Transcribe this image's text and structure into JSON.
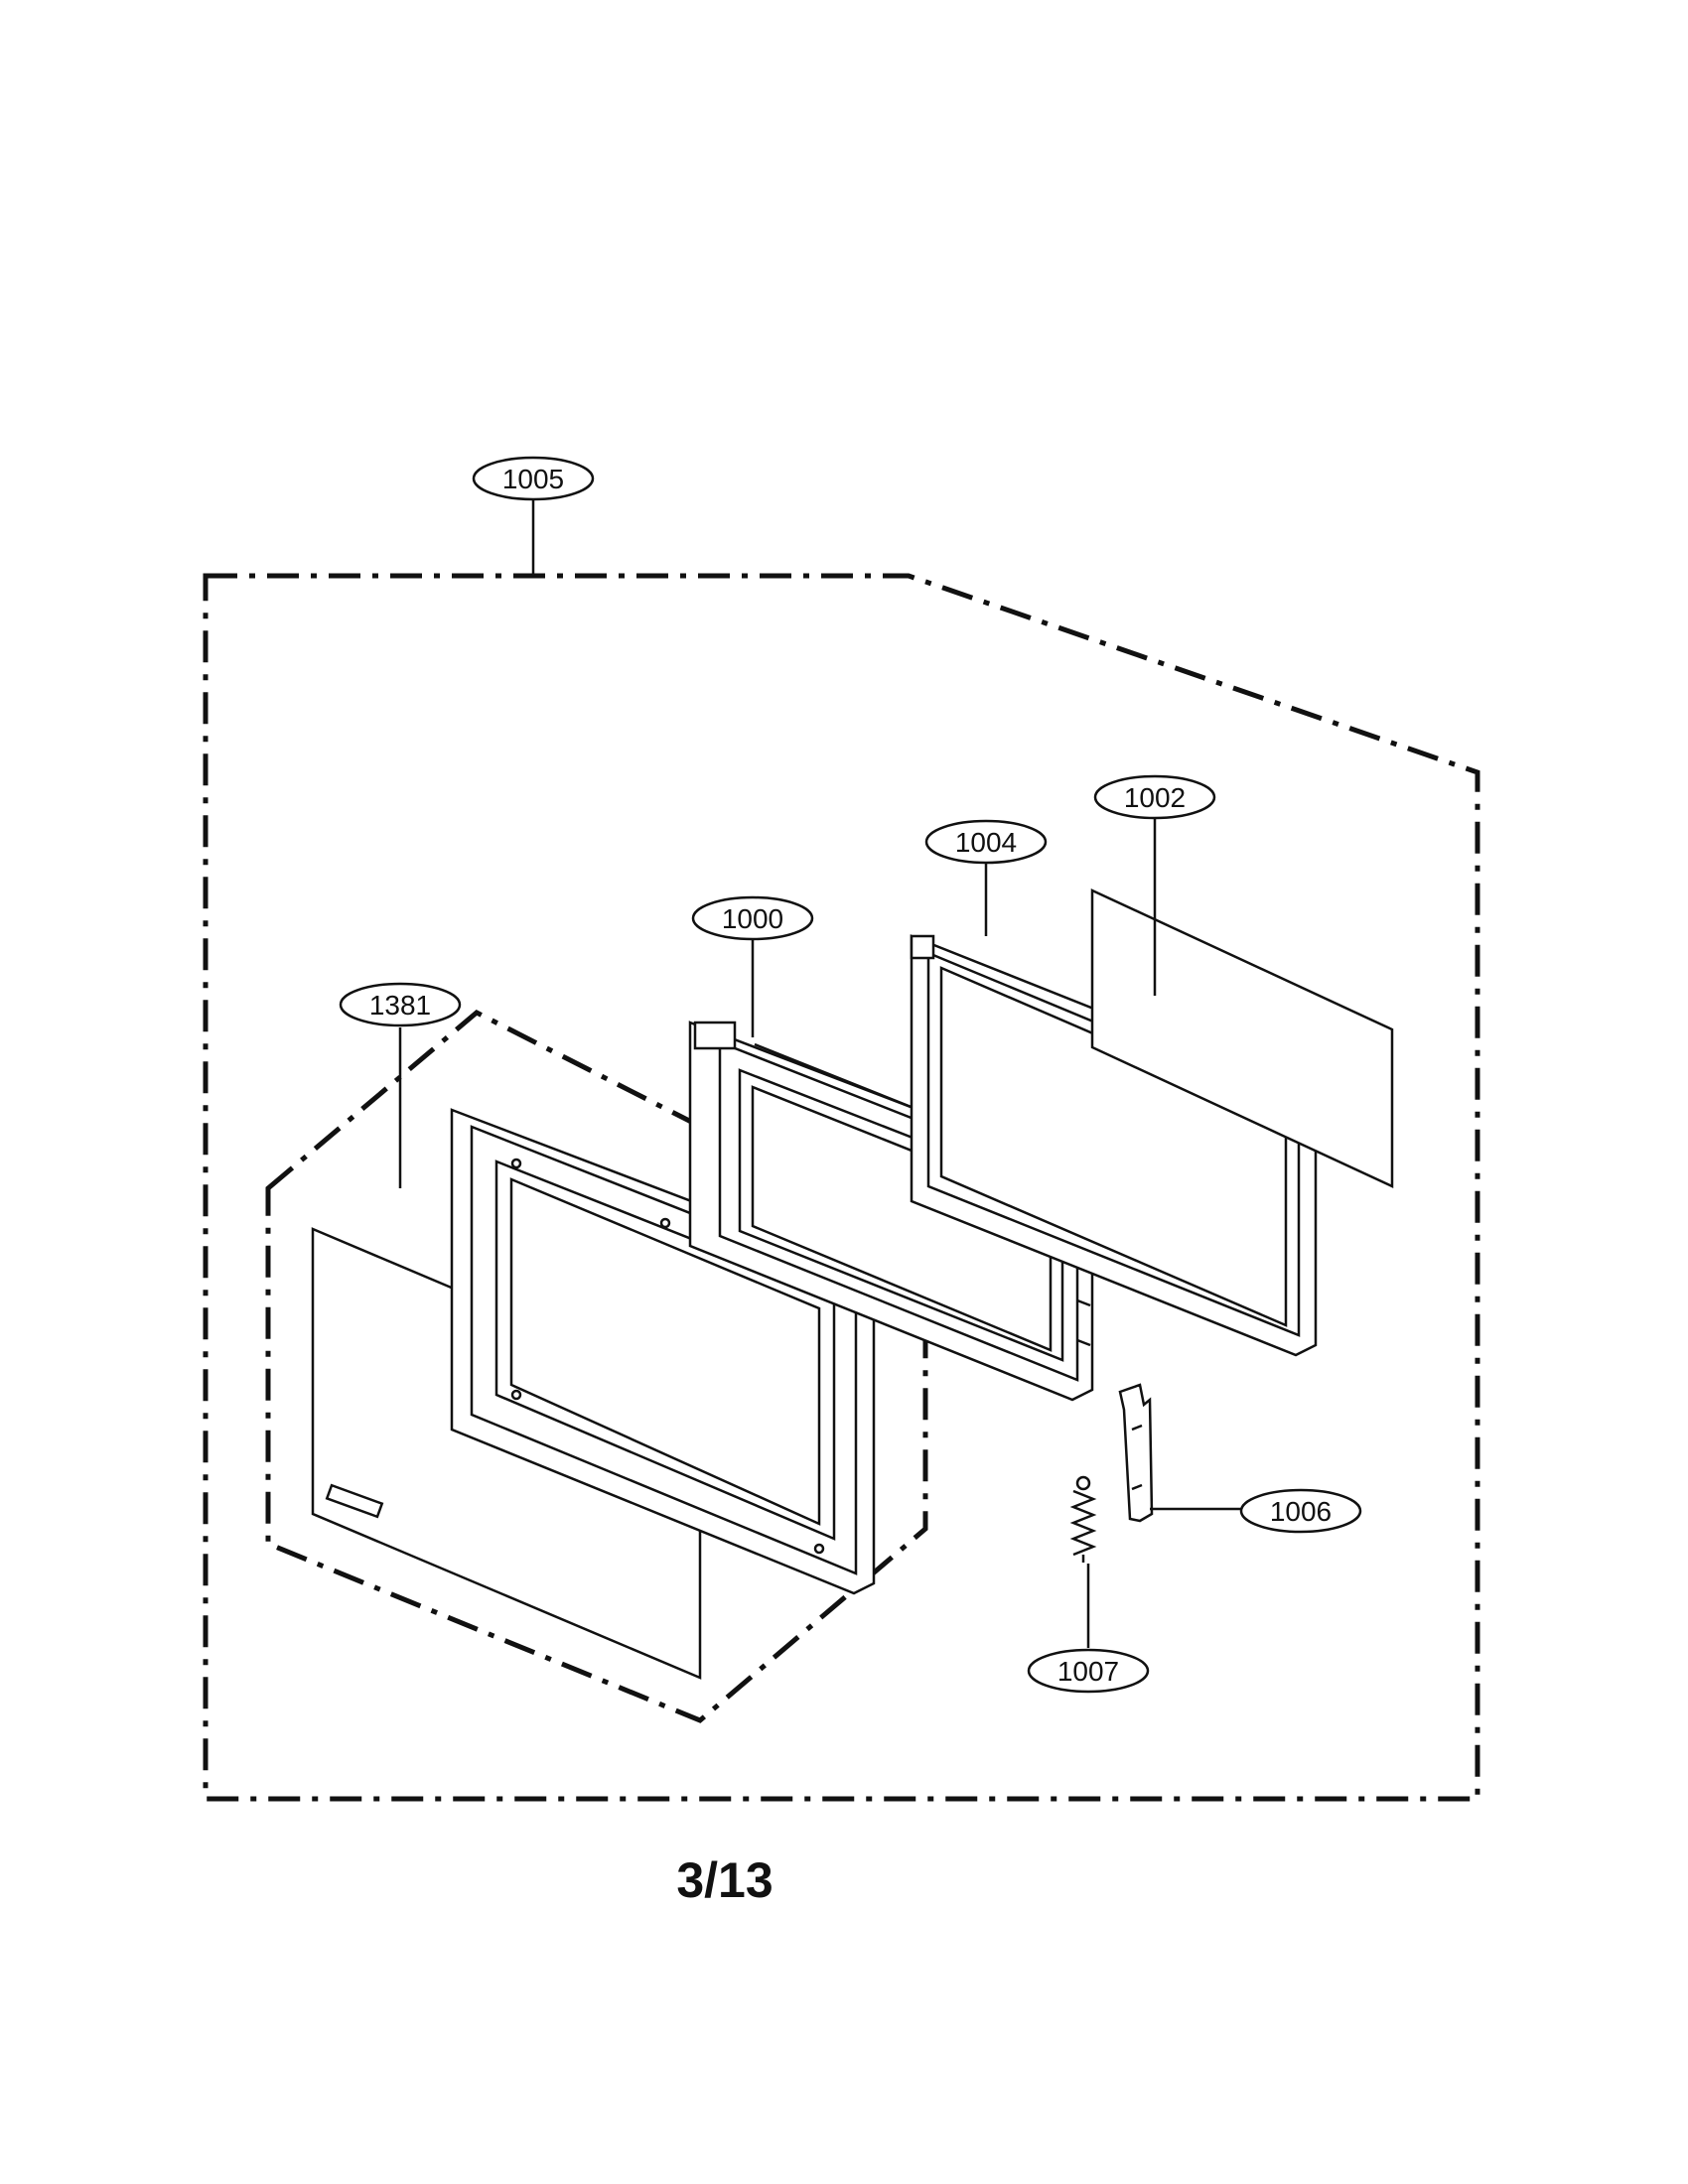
{
  "diagram": {
    "callouts": {
      "c1005": "1005",
      "c1002": "1002",
      "c1004": "1004",
      "c1000": "1000",
      "c1381": "1381",
      "c1006": "1006",
      "c1007": "1007"
    },
    "page_number": "3/13"
  },
  "colors": {
    "line": "#111111",
    "background": "#ffffff"
  }
}
